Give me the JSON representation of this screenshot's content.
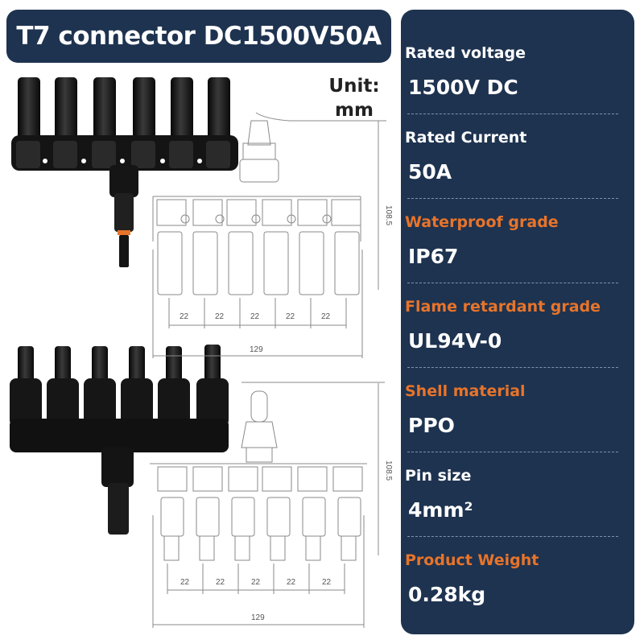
{
  "title": "T7 connector DC1500V50A",
  "unit": {
    "label": "Unit:",
    "value": "mm"
  },
  "dimensions": {
    "height": "108.5",
    "pitch": "22",
    "total_width": "129"
  },
  "specs": [
    {
      "label": "Rated voltage",
      "value": "1500V DC",
      "label_color": "white"
    },
    {
      "label": "Rated Current",
      "value": "50A",
      "label_color": "white"
    },
    {
      "label": "Waterproof grade",
      "value": "IP67",
      "label_color": "orange"
    },
    {
      "label": "Flame retardant grade",
      "value": "UL94V-0",
      "label_color": "orange"
    },
    {
      "label": "Shell material",
      "value": "PPO",
      "label_color": "orange"
    },
    {
      "label": "Pin size",
      "value": "4mm²",
      "label_color": "white"
    },
    {
      "label": "Product Weight",
      "value": "0.28kg",
      "label_color": "orange"
    }
  ],
  "colors": {
    "panel": "#1e3350",
    "accent_orange": "#e8742a",
    "connector_body": "#1a1a1a",
    "drawing_line": "#8a8a8a"
  }
}
